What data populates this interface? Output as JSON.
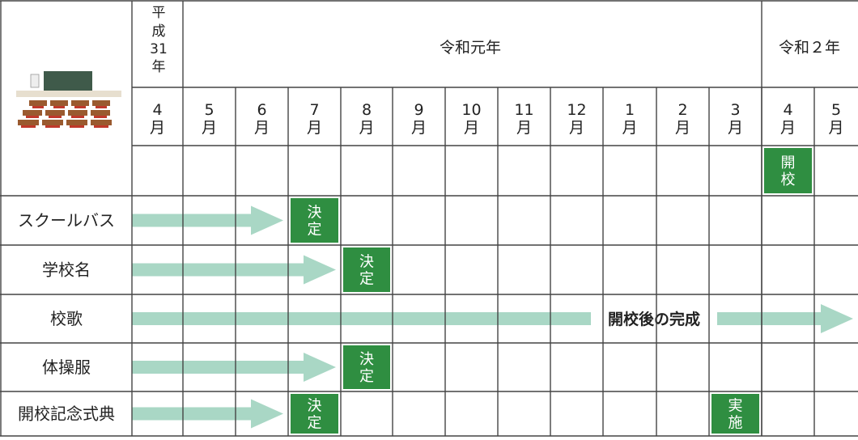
{
  "header": {
    "era_heisei": [
      "平",
      "成",
      "31",
      "年"
    ],
    "era_reiwa_gannen": "令和元年",
    "era_reiwa_2": "令和２年"
  },
  "months": [
    [
      "4",
      "月"
    ],
    [
      "5",
      "月"
    ],
    [
      "6",
      "月"
    ],
    [
      "7",
      "月"
    ],
    [
      "8",
      "月"
    ],
    [
      "9",
      "月"
    ],
    [
      "10",
      "月"
    ],
    [
      "11",
      "月"
    ],
    [
      "12",
      "月"
    ],
    [
      "1",
      "月"
    ],
    [
      "2",
      "月"
    ],
    [
      "3",
      "月"
    ],
    [
      "4",
      "月"
    ],
    [
      "5",
      "月"
    ]
  ],
  "opening_marker": {
    "text": [
      "開",
      "校"
    ],
    "month_index": 12
  },
  "rows": [
    {
      "label": "スクールバス",
      "arrow_end_index": 3,
      "marker": {
        "text": [
          "決",
          "定"
        ],
        "month_index": 3
      }
    },
    {
      "label": "学校名",
      "arrow_end_index": 4,
      "marker": {
        "text": [
          "決",
          "定"
        ],
        "month_index": 4
      }
    },
    {
      "label": "校歌",
      "arrow_end_index": 14,
      "arrow_text": "開校後の完成",
      "marker": null
    },
    {
      "label": "体操服",
      "arrow_end_index": 4,
      "marker": {
        "text": [
          "決",
          "定"
        ],
        "month_index": 4
      }
    },
    {
      "label": "開校記念式典",
      "arrow_end_index": 3,
      "marker": {
        "text": [
          "決",
          "定"
        ],
        "month_index": 3
      },
      "marker2": {
        "text": [
          "実",
          "施"
        ],
        "month_index": 11
      }
    }
  ],
  "colors": {
    "marker": "#2f8e41",
    "arrow": "#a9d7c5",
    "grid": "#444444"
  }
}
